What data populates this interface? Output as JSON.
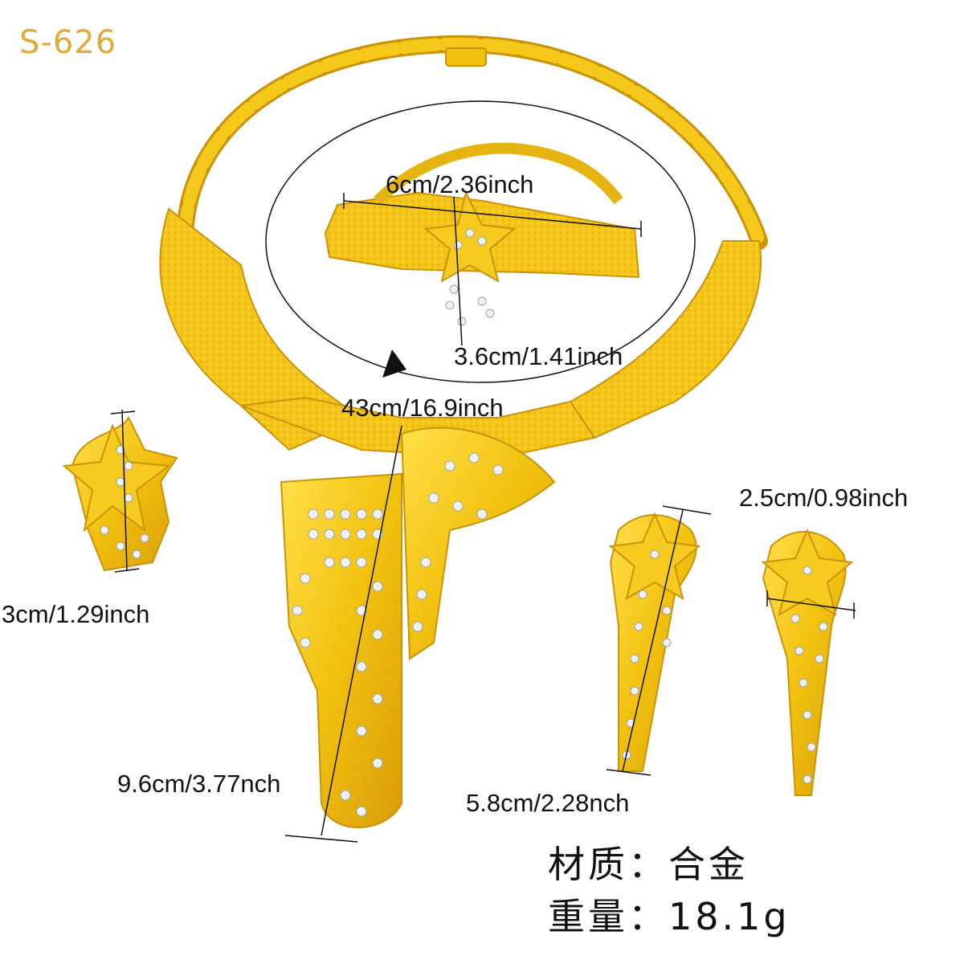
{
  "product_code": "S-626",
  "colors": {
    "gold": "#f2c10f",
    "gold_dark": "#c9930a",
    "gold_light": "#ffe25a",
    "stone": "#eef2f5"
  },
  "measurements": {
    "bracelet_length": "6cm/2.36inch",
    "bracelet_width": "3.6cm/1.41inch",
    "necklace_length": "43cm/16.9inch",
    "earring_width": "2.5cm/0.98inch",
    "ring_height": "3cm/1.29inch",
    "pendant_length": "9.6cm/3.77nch",
    "earring_length": "5.8cm/2.28nch"
  },
  "specs": {
    "material_label": "材质：",
    "material_value": "合金",
    "weight_label": "重量：",
    "weight_value": "18.1g"
  }
}
